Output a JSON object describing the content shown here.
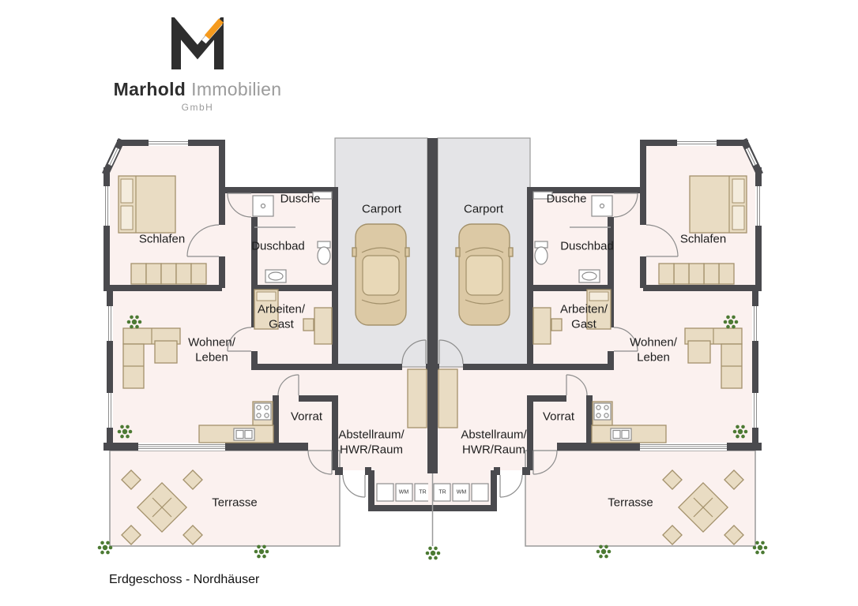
{
  "page": {
    "caption": "Erdgeschoss - Nordhäuser"
  },
  "brand": {
    "name_bold": "Marhold",
    "name_light": "Immobilien",
    "legal": "GmbH"
  },
  "rooms": {
    "left_unit": {
      "schlafen": "Schlafen",
      "dusche": "Dusche",
      "duschbad": "Duschbad",
      "carport": "Carport",
      "arbeiten_gast": "Arbeiten/\nGast",
      "wohnen_leben": "Wohnen/\nLeben",
      "vorrat": "Vorrat",
      "abstellraum": "Abstellraum/\nHWR/Raum",
      "terrasse": "Terrasse"
    },
    "right_unit": {
      "schlafen": "Schlafen",
      "dusche": "Dusche",
      "duschbad": "Duschbad",
      "carport": "Carport",
      "arbeiten_gast": "Arbeiten/\nGast",
      "wohnen_leben": "Wohnen/\nLeben",
      "vorrat": "Vorrat",
      "abstellraum": "Abstellraum/\nHWR/Raum",
      "terrasse": "Terrasse"
    }
  },
  "appliances": {
    "left_unit": [
      "WM",
      "TR"
    ],
    "right_unit": [
      "TR",
      "WM"
    ]
  },
  "colors": {
    "wall": "#4a4a4e",
    "floor": "#fbf1ef",
    "carport": "#e4e4e7",
    "furniture": "#e9dcc3",
    "furniture_light": "#f4ecdd",
    "furniture_stroke": "#a3916b",
    "car": "#dcc9a5",
    "car_light": "#e8d8b7",
    "plant": "#4c7a33",
    "accent": "#f59a1d",
    "thin_line": "#9a9a9a",
    "text": "#1d1d1d",
    "brand_dark": "#2e2e2e",
    "brand_gray": "#9b9b9b"
  }
}
